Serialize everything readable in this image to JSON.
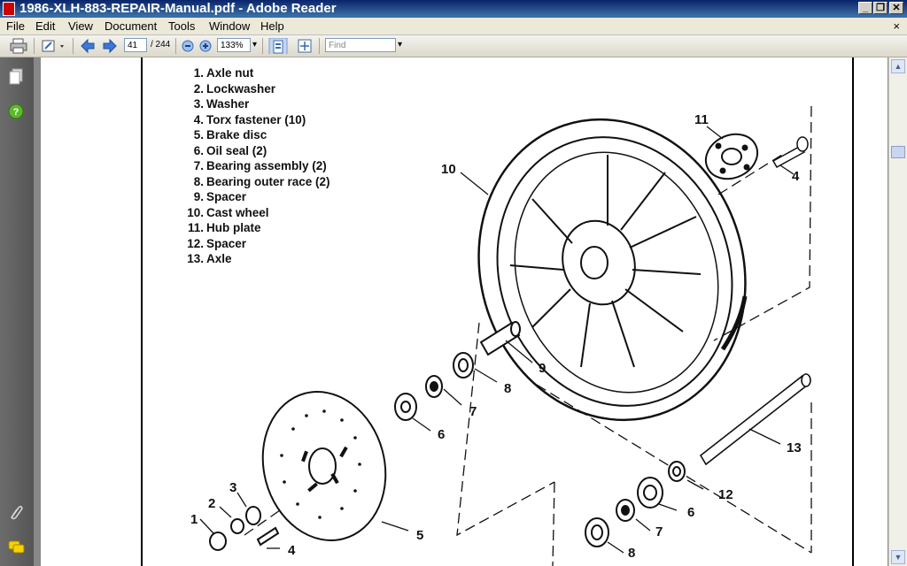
{
  "window": {
    "title": "1986-XLH-883-REPAIR-Manual.pdf - Adobe Reader",
    "minimize": "_",
    "restore": "❐",
    "close": "✕"
  },
  "menu": {
    "items": [
      "File",
      "Edit",
      "View",
      "Document",
      "Tools",
      "Window",
      "Help"
    ],
    "close": "×"
  },
  "toolbar": {
    "page_number": "41",
    "page_total": "/ 244",
    "zoom": "133%",
    "find_placeholder": "Find"
  },
  "document": {
    "legend": [
      {
        "num": "1.",
        "label": "Axle nut"
      },
      {
        "num": "2.",
        "label": "Lockwasher"
      },
      {
        "num": "3.",
        "label": "Washer"
      },
      {
        "num": "4.",
        "label": "Torx fastener (10)"
      },
      {
        "num": "5.",
        "label": "Brake disc"
      },
      {
        "num": "6.",
        "label": "Oil seal (2)"
      },
      {
        "num": "7.",
        "label": "Bearing assembly (2)"
      },
      {
        "num": "8.",
        "label": "Bearing outer race (2)"
      },
      {
        "num": "9.",
        "label": "Spacer"
      },
      {
        "num": "10.",
        "label": "Cast wheel"
      },
      {
        "num": "11.",
        "label": "Hub plate"
      },
      {
        "num": "12.",
        "label": "Spacer"
      },
      {
        "num": "13.",
        "label": "Axle"
      }
    ],
    "callouts": [
      "11",
      "4",
      "10",
      "9",
      "8",
      "7",
      "6",
      "5",
      "4",
      "3",
      "2",
      "1",
      "13",
      "12",
      "6",
      "7",
      "8"
    ]
  },
  "icons": {
    "print": "printer-icon",
    "prev": "arrow-left-icon",
    "next": "arrow-right-icon"
  }
}
